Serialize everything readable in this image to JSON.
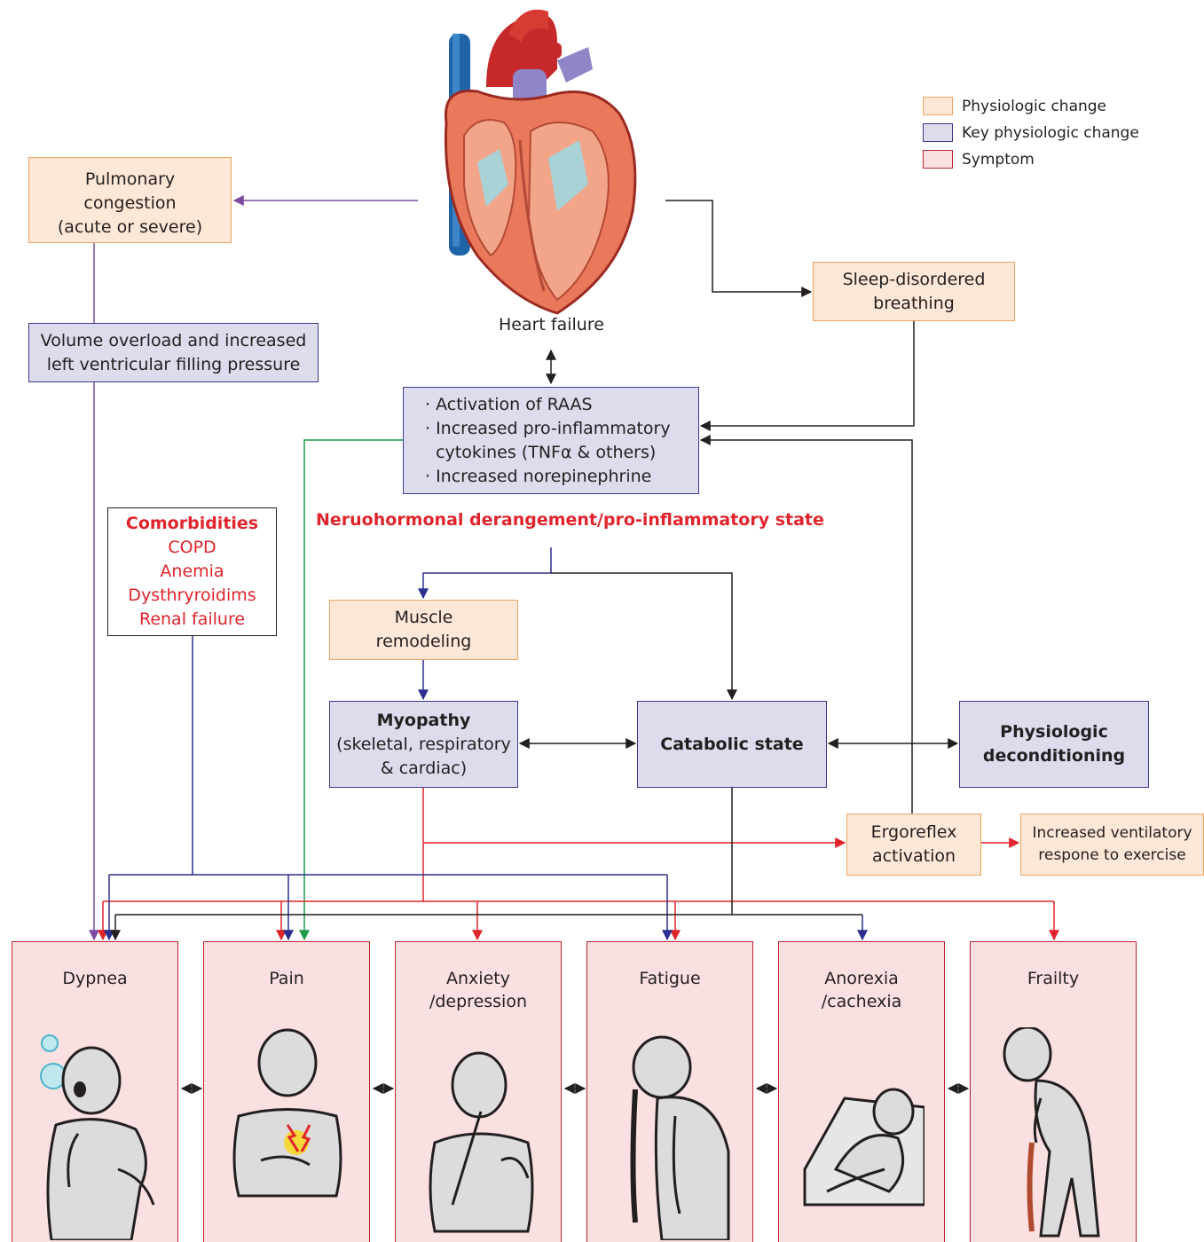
{
  "heart_label": "Heart failure",
  "legend": [
    {
      "label": "Physiologic change",
      "color": "#fde7d6",
      "border": "#f0a463"
    },
    {
      "label": "Key physiologic change",
      "color": "#dcdcec",
      "border": "#3c3a8c"
    },
    {
      "label": "Symptom",
      "color": "#fbe0e2",
      "border": "#b9252b"
    }
  ],
  "boxes": {
    "pulmonary": [
      "Pulmonary",
      "congestion",
      "(acute or severe)"
    ],
    "volume": [
      "Volume overload and increased",
      "left ventricular filling pressure"
    ],
    "sleep": [
      "Sleep-disordered",
      "breathing"
    ],
    "raas": [
      "· Activation of RAAS",
      "· Increased pro-inflammatory",
      "  cytokines (TNFα & others)",
      "· Increased norepinephrine"
    ],
    "neuro_label": "Neruohormonal derangement/pro-inflammatory state",
    "comorbidities": {
      "title": "Comorbidities",
      "items": [
        "COPD",
        "Anemia",
        "Dysthryroidims",
        "Renal failure"
      ]
    },
    "muscle": [
      "Muscle",
      "remodeling"
    ],
    "myopathy": {
      "title": "Myopathy",
      "lines": [
        "(skeletal, respiratory",
        "& cardiac)"
      ]
    },
    "catabolic": "Catabolic state",
    "deconditioning": [
      "Physiologic",
      "deconditioning"
    ],
    "ergoreflex": [
      "Ergoreflex",
      "activation"
    ],
    "ventilatory": [
      "Increased ventilatory",
      "respone to exercise"
    ]
  },
  "symptoms": [
    {
      "label": "Dypnea",
      "icon": "dyspnea-figure-icon"
    },
    {
      "label": "Pain",
      "icon": "chest-pain-figure-icon"
    },
    {
      "label": "Anxiety\n/depression",
      "icon": "anxious-figure-icon"
    },
    {
      "label": "Fatigue",
      "icon": "fatigued-figure-icon"
    },
    {
      "label": "Anorexia\n/cachexia",
      "icon": "bedridden-figure-icon"
    },
    {
      "label": "Frailty",
      "icon": "cane-figure-icon"
    }
  ],
  "colors": {
    "purple": "#7b4aa0",
    "navy": "#2b2f8f",
    "red": "#e0242c",
    "green": "#1f9a4a",
    "black": "#231f20"
  }
}
